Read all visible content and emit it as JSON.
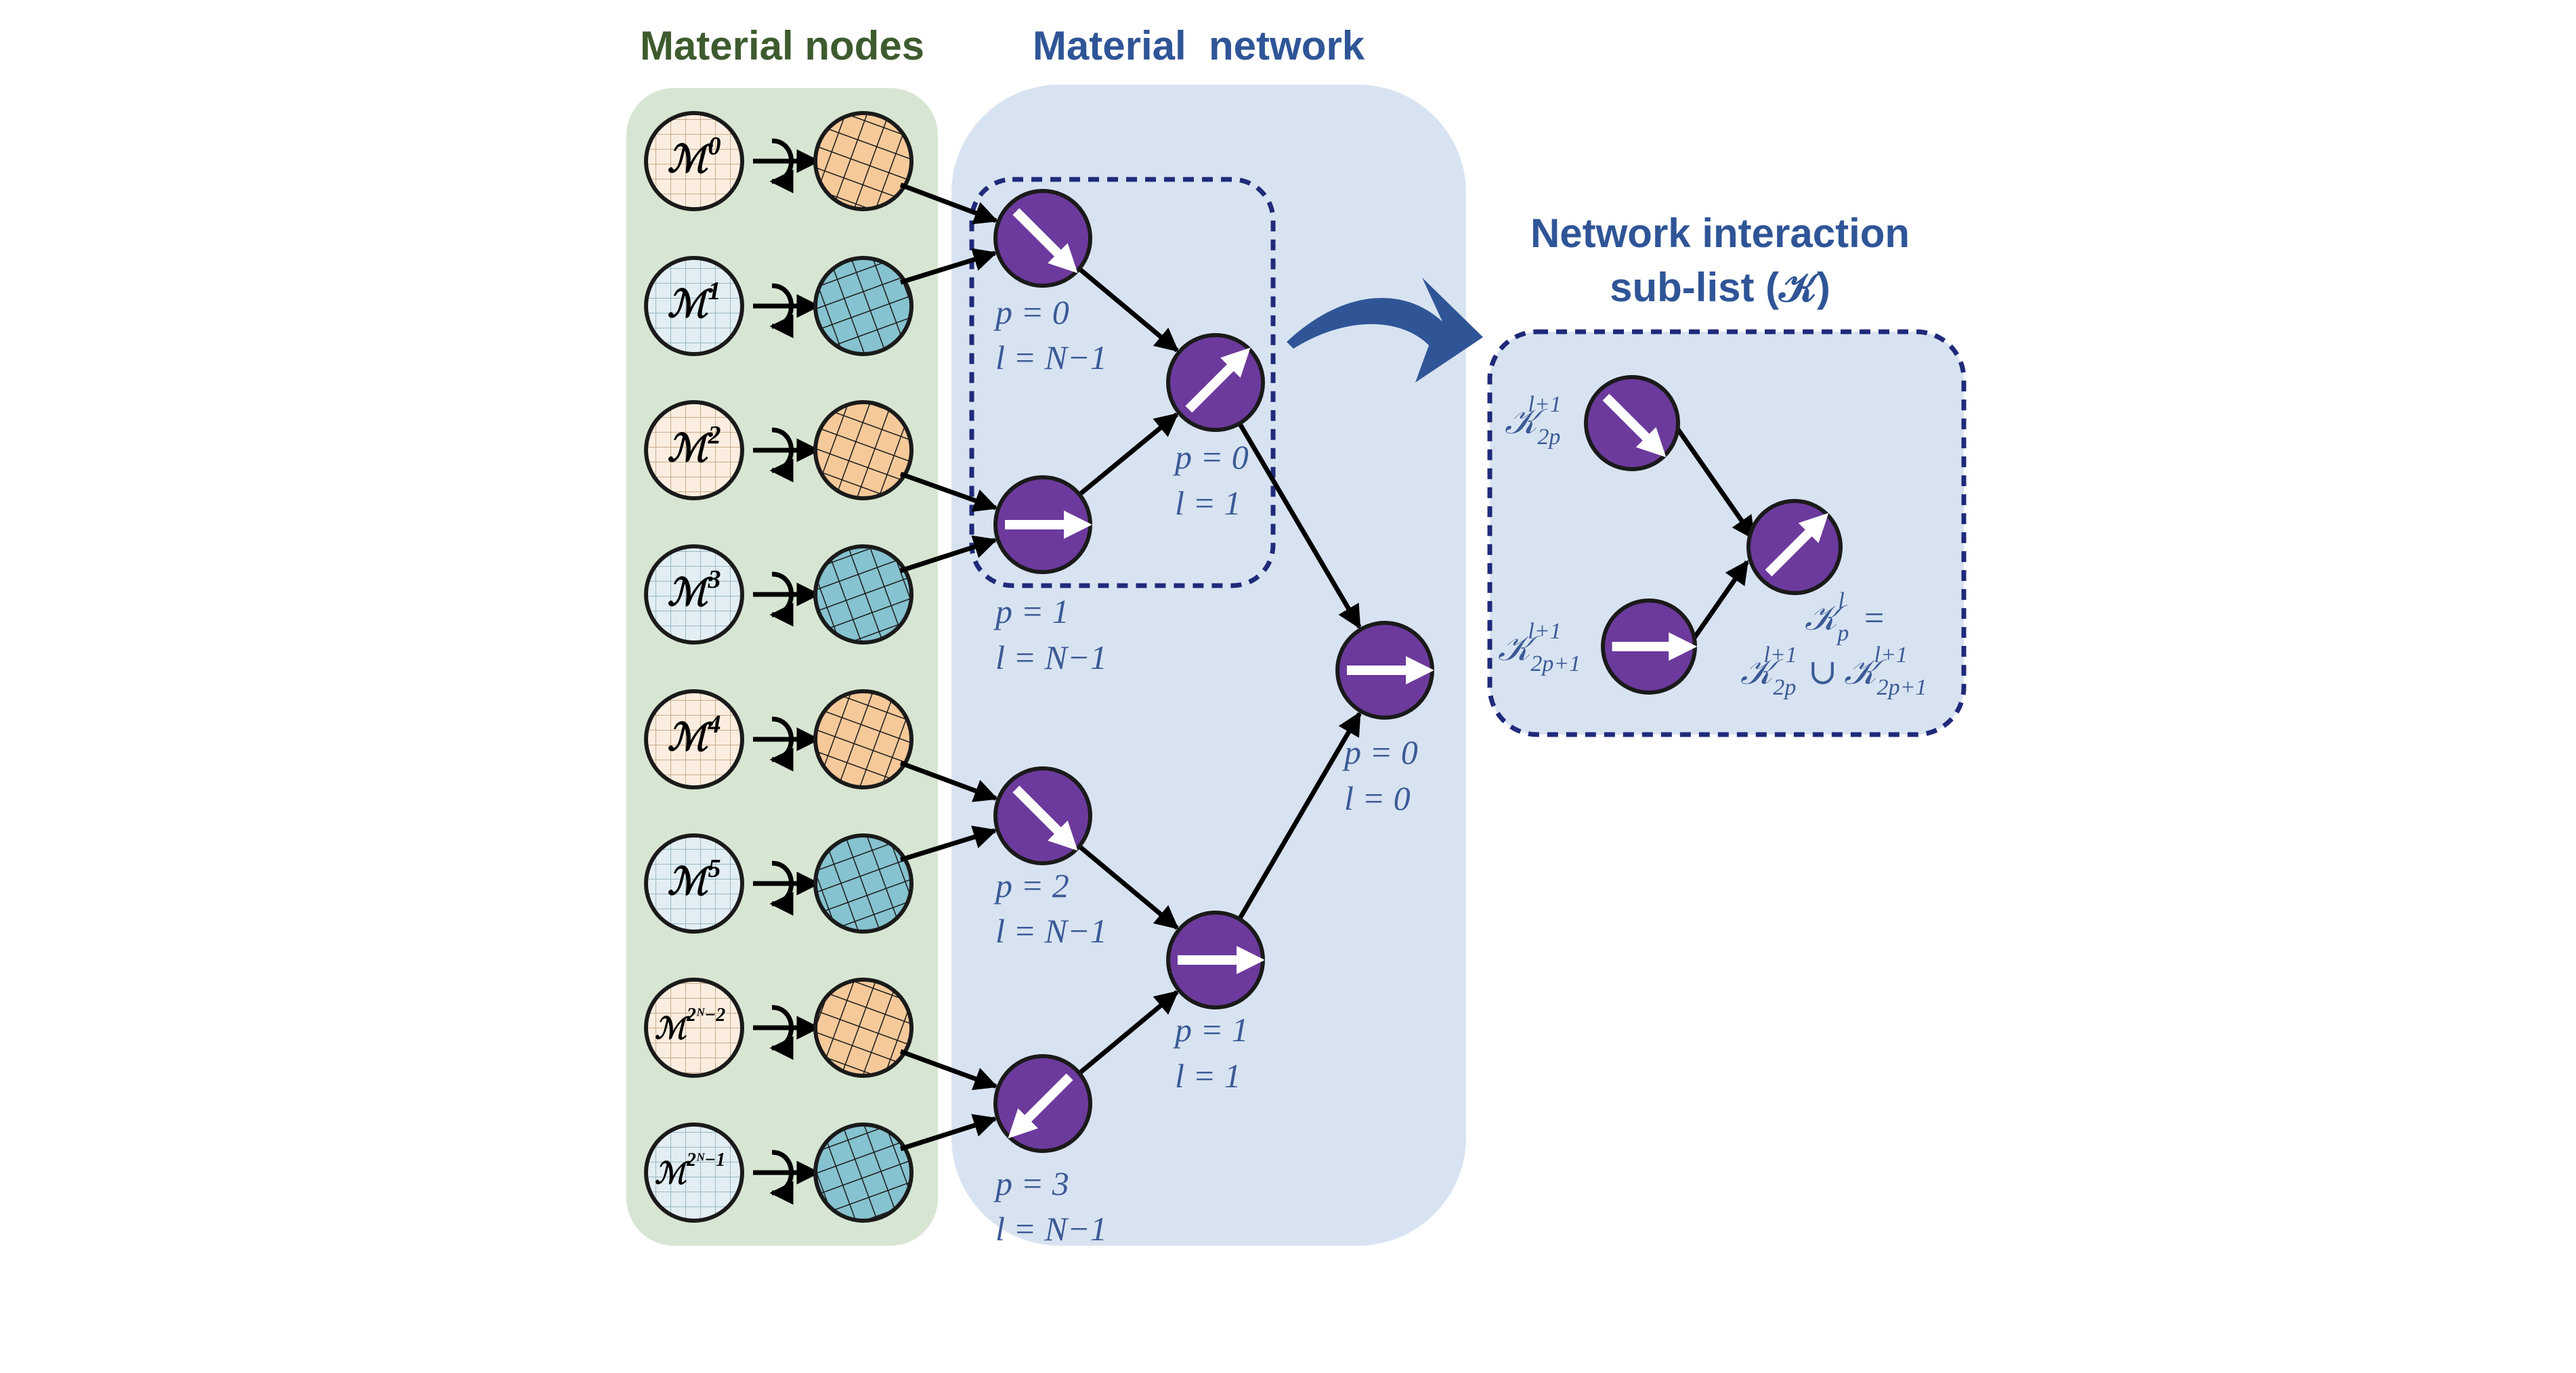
{
  "colors": {
    "nodes_panel_bg": "#d7e6d2",
    "nodes_title": "#3e5b2e",
    "network_panel_bg": "#d8e3f1",
    "network_title": "#2f5597",
    "label": "#3b5a96",
    "node_fill": "#6c3a9c",
    "node_stroke": "#1a1a1a",
    "dash": "#1f2a7a",
    "big_arrow": "#2f5597",
    "peach": "#f6c99a",
    "teal": "#86c2cf",
    "light_peach": "#fbeee0",
    "light_teal": "#e2eef3"
  },
  "panels": {
    "material_nodes_title": "Material nodes",
    "material_network_title": "Material  network",
    "sublist_title_line1": "Network interaction",
    "sublist_title_line2": "sub-list (𝒦)"
  },
  "material_nodes": [
    {
      "label": "ℳ",
      "sup": "0",
      "color": "peach"
    },
    {
      "label": "ℳ",
      "sup": "1",
      "color": "teal"
    },
    {
      "label": "ℳ",
      "sup": "2",
      "color": "peach"
    },
    {
      "label": "ℳ",
      "sup": "3",
      "color": "teal"
    },
    {
      "label": "ℳ",
      "sup": "4",
      "color": "peach"
    },
    {
      "label": "ℳ",
      "sup": "5",
      "color": "teal"
    },
    {
      "label": "ℳ",
      "sup": "2ᴺ−2",
      "color": "peach"
    },
    {
      "label": "ℳ",
      "sup": "2ᴺ−1",
      "color": "teal"
    }
  ],
  "network_labels": {
    "n_p0_lN": {
      "p": "p = 0",
      "l": "l = N−1"
    },
    "n_p1_lN": {
      "p": "p = 1",
      "l": "l = N−1"
    },
    "n_p2_lN": {
      "p": "p = 2",
      "l": "l = N−1"
    },
    "n_p3_lN": {
      "p": "p = 3",
      "l": "l = N−1"
    },
    "n_p0_l1": {
      "p": "p = 0",
      "l": "l = 1"
    },
    "n_p1_l1": {
      "p": "p = 1",
      "l": "l = 1"
    },
    "n_p0_l0": {
      "p": "p = 0",
      "l": "l = 0"
    }
  },
  "sublist": {
    "k_top_base": "𝒦",
    "k_top_sup": "l+1",
    "k_top_sub": "2p",
    "k_bottom_base": "𝒦",
    "k_bottom_sup": "l+1",
    "k_bottom_sub": "2p+1",
    "k_parent_base": "𝒦",
    "k_parent_sup": "l",
    "k_parent_sub": "p",
    "equals": "=",
    "union_left_base": "𝒦",
    "union_left_sup": "l+1",
    "union_left_sub": "2p",
    "union_op": "∪",
    "union_right_base": "𝒦",
    "union_right_sup": "l+1",
    "union_right_sub": "2p+1"
  }
}
